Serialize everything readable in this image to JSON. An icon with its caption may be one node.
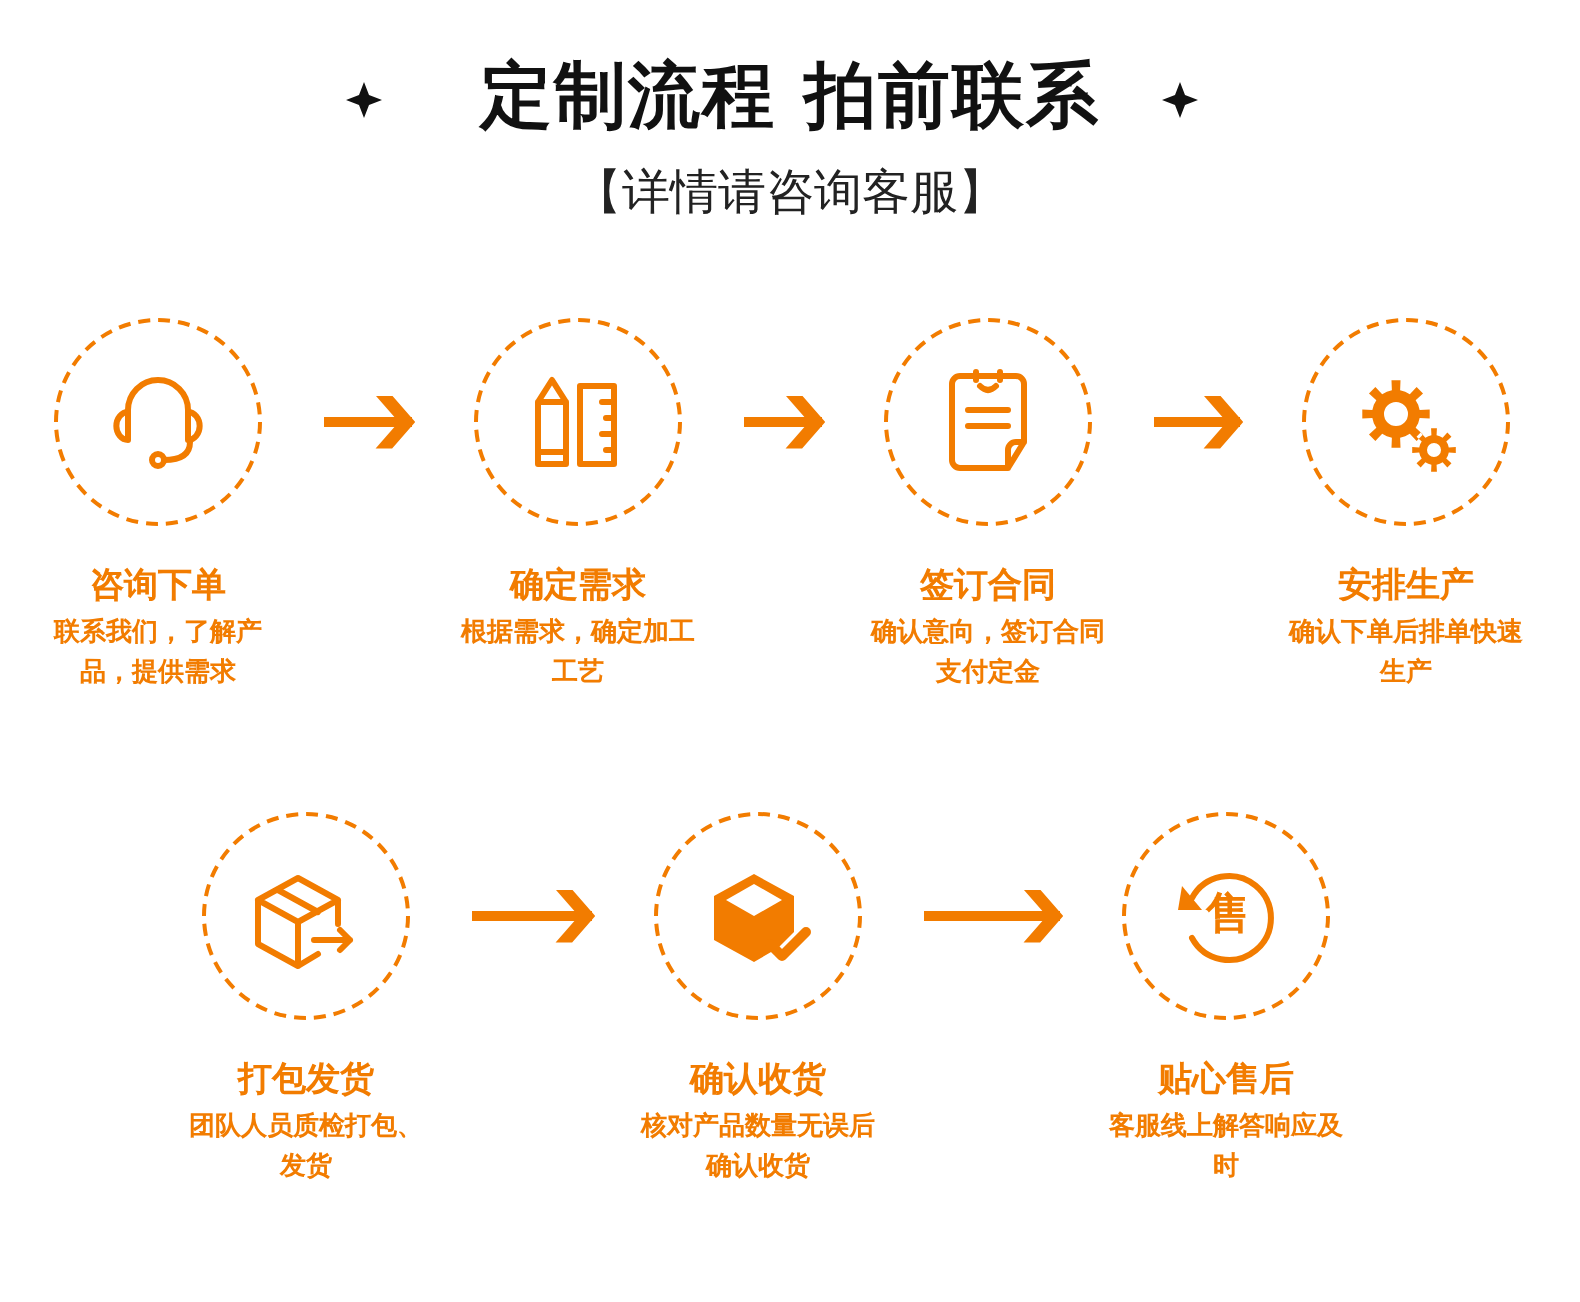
{
  "diagram": {
    "title": "定制流程 拍前联系",
    "caption": "【详情请咨询客服】",
    "nodes": [
      {
        "text": [
          "咨询下单",
          "联系我们，了解产品，提供需求"
        ]
      },
      {
        "text": [
          "确定需求",
          "根据需求，确定加工工艺"
        ]
      },
      {
        "text": [
          "签订合同",
          "确认意向，签订合同支付定金"
        ]
      },
      {
        "text": [
          "安排生产",
          "确认下单后排单快速生产"
        ]
      },
      {
        "text": [
          "打包发货",
          "团队人员质检打包、发货"
        ]
      },
      {
        "text": [
          "确认收货",
          "核对产品数量无误后确认收货"
        ]
      },
      {
        "text": [
          "贴心售后",
          "客服线上解答响应及时"
        ]
      }
    ],
    "edges": [
      {
        "from": 0,
        "to": 1,
        "arrow": "to"
      },
      {
        "from": 1,
        "to": 2,
        "arrow": "to"
      },
      {
        "from": 2,
        "to": 3,
        "arrow": "to"
      },
      {
        "from": 4,
        "to": 5,
        "arrow": "to"
      },
      {
        "from": 5,
        "to": 6,
        "arrow": "to"
      }
    ],
    "labels": [
      "售"
    ]
  }
}
